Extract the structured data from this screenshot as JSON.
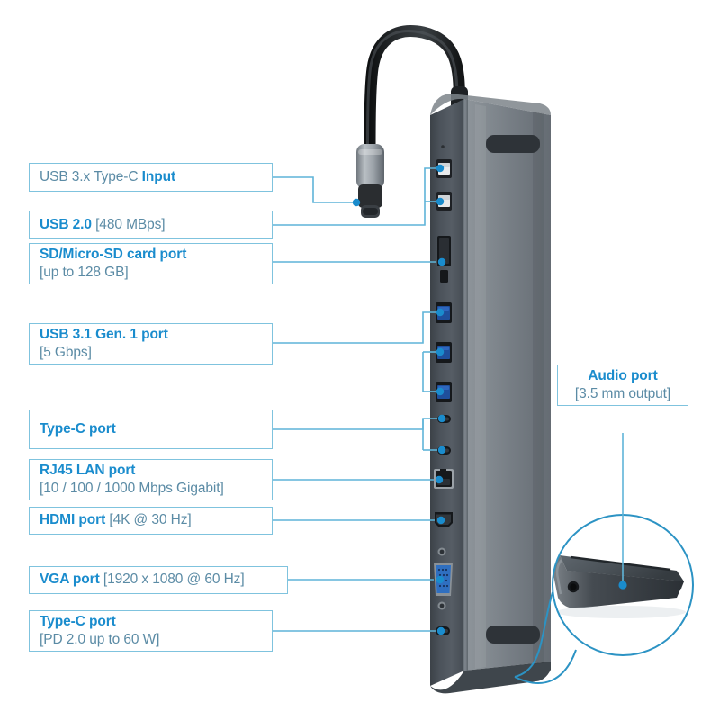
{
  "page": {
    "title": "USB-C docking station port diagram",
    "background": "#ffffff"
  },
  "colors": {
    "accent_bold": "#1a8ccd",
    "accent_regular": "#5b8ba5",
    "box_border": "#7fc3de",
    "leader_line": "#5fb4d8",
    "dot": "#1a8ccd",
    "body_grey": "#7b8288",
    "body_grey_dark": "#4e555c",
    "rubber_pad": "#2e3338",
    "port_blue": "#1f4f9c",
    "vga_blue": "#2f6fc0",
    "cable_black": "#1b1d1f"
  },
  "callouts": [
    {
      "id": "usb-c-input",
      "name": "usb-3x-type-c-input",
      "bold": "",
      "lines": [
        {
          "normal_pre": "USB 3.x Type-C ",
          "bold": "Input",
          "normal_post": ""
        }
      ]
    },
    {
      "id": "usb-20",
      "name": "usb-2-0-port",
      "lines": [
        {
          "bold": "USB 2.0",
          "normal_post": " [480 MBps]"
        }
      ]
    },
    {
      "id": "sd-card",
      "name": "sd-micro-sd-card-port",
      "lines": [
        {
          "bold": "SD/Micro-SD card port"
        },
        {
          "normal_post": "[up to 128 GB]"
        }
      ]
    },
    {
      "id": "usb-31",
      "name": "usb-3-1-gen-1-port",
      "lines": [
        {
          "bold": "USB 3.1 Gen. 1 port"
        },
        {
          "normal_post": "[5 Gbps]"
        }
      ]
    },
    {
      "id": "type-c-data",
      "name": "type-c-port",
      "lines": [
        {
          "bold": "Type-C port"
        }
      ]
    },
    {
      "id": "rj45",
      "name": "rj45-lan-port",
      "lines": [
        {
          "bold": "RJ45 LAN port"
        },
        {
          "normal_post": "[10 / 100 / 1000 Mbps Gigabit]"
        }
      ]
    },
    {
      "id": "hdmi",
      "name": "hdmi-port",
      "lines": [
        {
          "bold": "HDMI port",
          "normal_post": " [4K @ 30 Hz]"
        }
      ]
    },
    {
      "id": "vga",
      "name": "vga-port",
      "lines": [
        {
          "bold": "VGA port",
          "normal_post": " [1920 x 1080 @ 60 Hz]"
        }
      ]
    },
    {
      "id": "type-c-pd",
      "name": "type-c-power-delivery-port",
      "lines": [
        {
          "bold": "Type-C port"
        },
        {
          "normal_post": "[PD 2.0 up to 60 W]"
        }
      ]
    },
    {
      "id": "audio",
      "name": "audio-port",
      "lines": [
        {
          "bold": "Audio port"
        },
        {
          "normal_post": "[3.5 mm output]"
        }
      ]
    }
  ],
  "labels": {
    "usb_c_input_pre": "USB 3.x Type-C ",
    "usb_c_input_bold": "Input",
    "usb_20_bold": "USB 2.0",
    "usb_20_rest": " [480 MBps]",
    "sd_bold": "SD/Micro-SD card port",
    "sd_rest": "[up to 128 GB]",
    "usb31_bold": "USB 3.1 Gen. 1 port",
    "usb31_rest": "[5 Gbps]",
    "typec_bold": "Type-C port",
    "rj45_bold": "RJ45 LAN port",
    "rj45_rest": "[10 / 100 / 1000 Mbps Gigabit]",
    "hdmi_bold": "HDMI port",
    "hdmi_rest": " [4K @ 30 Hz]",
    "vga_bold": "VGA port",
    "vga_rest": " [1920 x 1080 @ 60 Hz]",
    "typec_pd_bold": "Type-C port",
    "typec_pd_rest": "[PD 2.0 up to 60 W]",
    "audio_bold": "Audio port",
    "audio_rest": "[3.5 mm output]"
  },
  "device": {
    "name": "usb-c-multiport-docking-station",
    "orientation": "vertical-standing",
    "cable": "attached-usb-c-pigtail",
    "ports_top_to_bottom": [
      "usb-2.0",
      "usb-2.0",
      "micro-sd",
      "sd-card",
      "usb-3.1-gen1",
      "usb-3.1-gen1",
      "usb-3.1-gen1",
      "type-c",
      "type-c",
      "rj45-lan",
      "hdmi",
      "vga",
      "type-c-pd"
    ]
  },
  "inset": {
    "name": "audio-port-magnifier",
    "shows": "device-bottom-edge-with-3.5mm-jack"
  }
}
